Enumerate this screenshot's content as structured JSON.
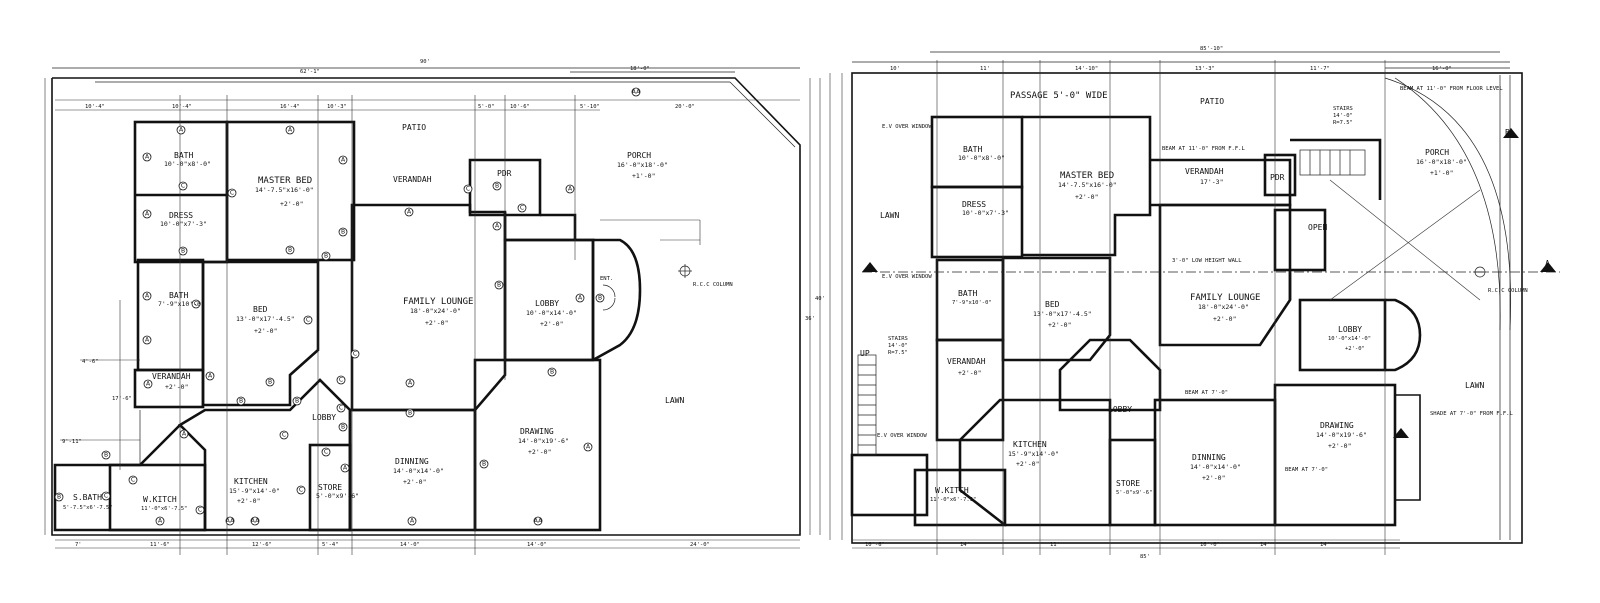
{
  "left_plan": {
    "rooms": {
      "bath": {
        "name": "BATH",
        "size": "10'-0\"x8'-0\""
      },
      "master_bed": {
        "name": "MASTER BED",
        "size": "14'-7.5\"x16'-0\"",
        "level": "+2'-0\""
      },
      "dress": {
        "name": "DRESS",
        "size": "10'-0\"x7'-3\""
      },
      "patio": {
        "name": "PATIO"
      },
      "verandah_top": {
        "name": "VERANDAH"
      },
      "pdr": {
        "name": "PDR"
      },
      "porch": {
        "name": "PORCH",
        "size": "16'-0\"x18'-0\"",
        "level": "+1'-0\""
      },
      "bath2": {
        "name": "BATH",
        "size": "7'-9\"x10'-0\""
      },
      "bed": {
        "name": "BED",
        "size": "13'-0\"x17'-4.5\"",
        "level": "+2'-0\""
      },
      "family_lounge": {
        "name": "FAMILY LOUNGE",
        "size": "18'-0\"x24'-0\"",
        "level": "+2'-0\""
      },
      "lobby_right": {
        "name": "LOBBY",
        "size": "10'-0\"x14'-0\"",
        "level": "+2'-0\""
      },
      "verandah_left": {
        "name": "VERANDAH",
        "level": "+2'-0\""
      },
      "lobby_center": {
        "name": "LOBBY"
      },
      "kitchen": {
        "name": "KITCHEN",
        "size": "15'-9\"x14'-0\"",
        "level": "+2'-0\""
      },
      "store": {
        "name": "STORE",
        "size": "5'-0\"x9'-6\""
      },
      "dinning": {
        "name": "DINNING",
        "size": "14'-0\"x14'-0\"",
        "level": "+2'-0\""
      },
      "drawing": {
        "name": "DRAWING",
        "size": "14'-0\"x19'-6\"",
        "level": "+2'-0\""
      },
      "sbath": {
        "name": "S.BATH",
        "size": "5'-7.5\"x6'-7.5\""
      },
      "wkitch": {
        "name": "W.KITCH",
        "size": "11'-0\"x6'-7.5\""
      },
      "lawn": {
        "name": "LAWN"
      },
      "ent": {
        "name": "ENT."
      }
    },
    "column_note": "R.C.C COLUMN",
    "dims_top": [
      "10'-4\"",
      "10'-4\"",
      "16'-4\"",
      "10'-3\"",
      "5'-0\"",
      "10'-6\"",
      "5'-10\"",
      "20'-0\""
    ],
    "dim_overall": "90'",
    "dim_top2": "62'-1\"",
    "dim_porch": "18'-0\"",
    "dims_bottom": [
      "7'",
      "11'-6\"",
      "12'-6\"",
      "5'-4\"",
      "14'-0\"",
      "14'-0\"",
      "24'-0\""
    ],
    "side_dims": [
      "4'-6\"",
      "17'-6\"",
      "9'-11\""
    ],
    "right_dims": [
      "36'",
      "40'"
    ]
  },
  "right_plan": {
    "rooms": {
      "passage": {
        "name": "PASSAGE 5'-0\" WIDE"
      },
      "patio": {
        "name": "PATIO"
      },
      "bath": {
        "name": "BATH",
        "size": "10'-0\"x8'-0\""
      },
      "master_bed": {
        "name": "MASTER BED",
        "size": "14'-7.5\"x16'-0\"",
        "level": "+2'-0\""
      },
      "dress": {
        "name": "DRESS",
        "size": "10'-0\"x7'-3\""
      },
      "verandah_top": {
        "name": "VERANDAH",
        "size": "17'-3\""
      },
      "pdr": {
        "name": "PDR"
      },
      "porch": {
        "name": "PORCH",
        "size": "16'-0\"x18'-0\"",
        "level": "+1'-0\""
      },
      "lawn_left": {
        "name": "LAWN"
      },
      "bath2": {
        "name": "BATH",
        "size": "7'-9\"x10'-0\""
      },
      "bed": {
        "name": "BED",
        "size": "13'-0\"x17'-4.5\"",
        "level": "+2'-0\""
      },
      "family_lounge": {
        "name": "FAMILY LOUNGE",
        "size": "18'-0\"x24'-0\"",
        "level": "+2'-0\""
      },
      "lobby_right": {
        "name": "LOBBY",
        "size": "10'-0\"x14'-0\"",
        "level": "+2'-0\""
      },
      "open": {
        "name": "OPEN"
      },
      "stairs_left": {
        "name": "STAIRS",
        "size": "14'-0\"",
        "tread": "R=7.5\""
      },
      "stairs_right": {
        "name": "STAIRS",
        "size": "14'-0\"",
        "tread": "R=7.5\""
      },
      "verandah_left": {
        "name": "VERANDAH",
        "level": "+2'-0\""
      },
      "lobby_center": {
        "name": "LOBBY"
      },
      "kitchen": {
        "name": "KITCHEN",
        "size": "15'-9\"x14'-0\"",
        "level": "+2'-0\""
      },
      "store": {
        "name": "STORE",
        "size": "5'-0\"x9'-6\""
      },
      "dinning": {
        "name": "DINNING",
        "size": "14'-0\"x14'-0\"",
        "level": "+2'-0\""
      },
      "drawing": {
        "name": "DRAWING",
        "size": "14'-0\"x19'-6\"",
        "level": "+2'-0\""
      },
      "wkitch": {
        "name": "W.KITCH",
        "size": "11'-0\"x6'-7.5\""
      },
      "lawn_right": {
        "name": "LAWN"
      },
      "up": {
        "name": "UP"
      }
    },
    "notes": {
      "beam_top": "BEAM AT 11'-0\" FROM FLOOR LEVEL",
      "beam_verandah": "BEAM AT 11'-0\" FROM F.F.L",
      "beam_mid": "BEAM AT 7'-0\"",
      "beam_low": "BEAM AT 7'-0\"",
      "shade": "SHADE AT 7'-0\" FROM F.F.L",
      "low_wall": "3'-0\" LOW HEIGHT WALL",
      "ev_window1": "E.V OVER WINDOW",
      "ev_window2": "E.V OVER WINDOW",
      "ev_window3": "E.V OVER WINDOW",
      "column": "R.C.C COLUMN",
      "section_a": "A",
      "section_b": "B"
    },
    "dims_top": [
      "10'",
      "11'",
      "14'-10\"",
      "13'-3\"",
      "11'-7\"",
      "16'-0\""
    ],
    "dim_overall": "85'-10\"",
    "dims_bottom": [
      "10'-6\"",
      "14'",
      "11'",
      "16'-0\"",
      "14'",
      "14'"
    ],
    "dim_bottom_total": "85'"
  }
}
